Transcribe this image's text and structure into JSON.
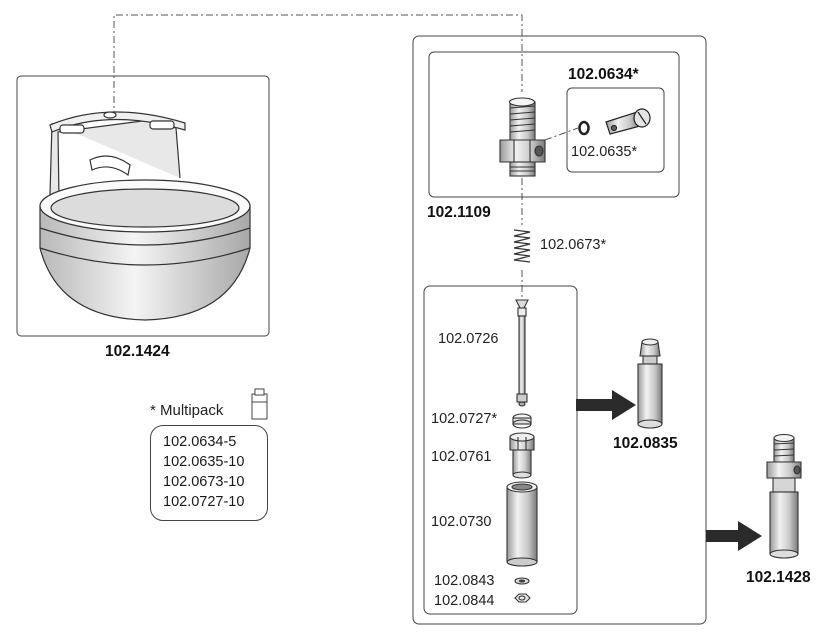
{
  "parts": {
    "bowl": "102.1424",
    "valve_body": "102.1109",
    "screw_set": "102.0634*",
    "o_ring": "102.0635*",
    "spring": "102.0673*",
    "stem": "102.0726",
    "washer": "102.0727*",
    "nut": "102.0761",
    "sleeve": "102.0730",
    "small_washer": "102.0843",
    "small_nut": "102.0844",
    "subassembly": "102.0835",
    "complete_valve": "102.1428"
  },
  "multipack": {
    "label": "* Multipack",
    "icon": "multipack-box-icon",
    "items": [
      "102.0634-5",
      "102.0635-10",
      "102.0673-10",
      "102.0727-10"
    ]
  }
}
